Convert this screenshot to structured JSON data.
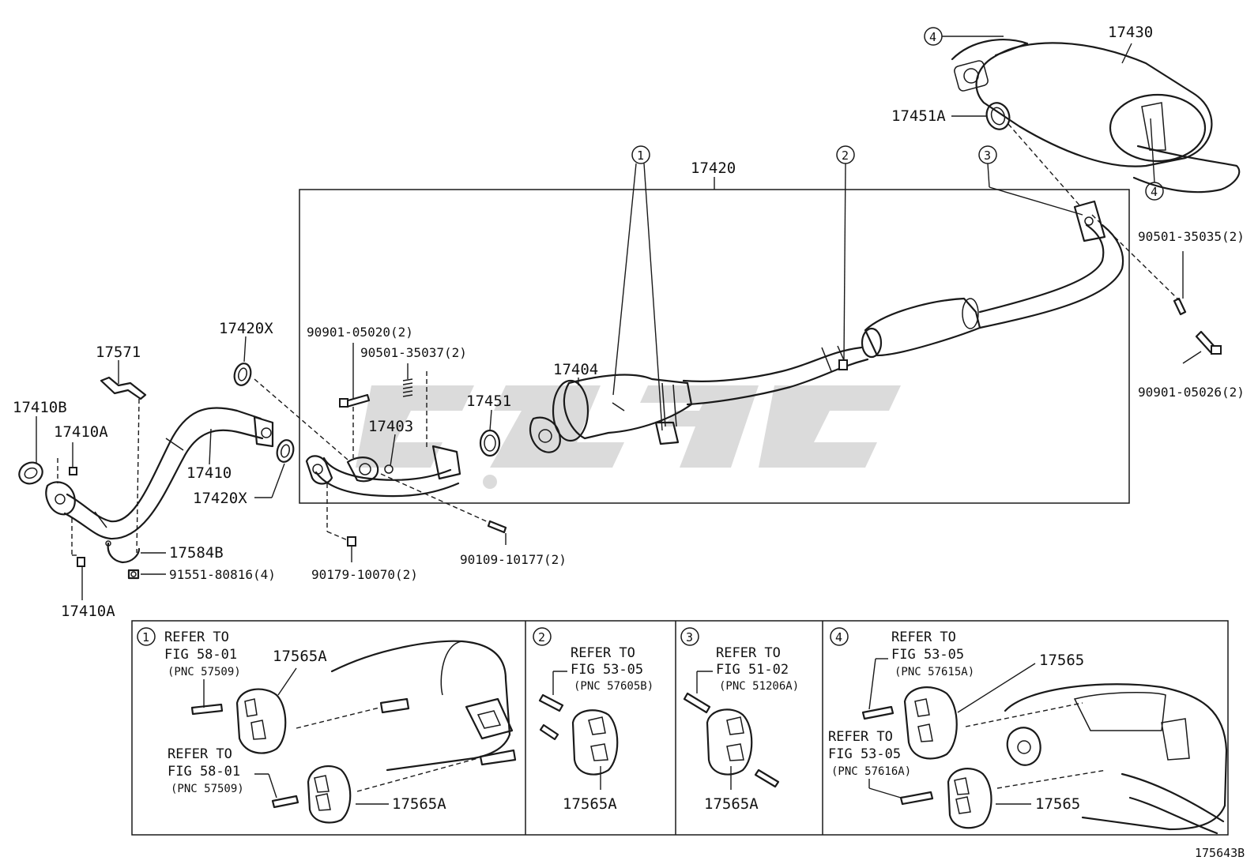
{
  "diagram_code": "175643B",
  "main_labels": {
    "p17430": "17430",
    "p17451A": "17451A",
    "p17420": "17420",
    "p17404": "17404",
    "p17451": "17451",
    "p17403": "17403",
    "p17420X_top": "17420X",
    "p17420X_bottom": "17420X",
    "p17571": "17571",
    "p17410B": "17410B",
    "p17410A_top": "17410A",
    "p17410": "17410",
    "p17410A_bottom": "17410A",
    "p17584B": "17584B",
    "p91551": "91551-80816(4)",
    "p90179": "90179-10070(2)",
    "p90109": "90109-10177(2)",
    "p90901_05020": "90901-05020(2)",
    "p90501_35037": "90501-35037(2)",
    "p90501_35035": "90501-35035(2)",
    "p90901_05026": "90901-05026(2)"
  },
  "callouts": {
    "c1": "1",
    "c2": "2",
    "c3": "3",
    "c4a": "4",
    "c4b": "4"
  },
  "panels": [
    {
      "number": "1",
      "refer_to_1": "REFER TO",
      "fig_1": "FIG 58-01",
      "pnc_1": "(PNC 57509)",
      "refer_to_2": "REFER TO",
      "fig_2": "FIG 58-01",
      "pnc_2": "(PNC 57509)",
      "part_a": "17565A",
      "part_b": "17565A"
    },
    {
      "number": "2",
      "refer_to": "REFER TO",
      "fig": "FIG 53-05",
      "pnc": "(PNC 57605B)",
      "part": "17565A"
    },
    {
      "number": "3",
      "refer_to": "REFER TO",
      "fig": "FIG 51-02",
      "pnc": "(PNC 51206A)",
      "part": "17565A"
    },
    {
      "number": "4",
      "refer_to_1": "REFER TO",
      "fig_1": "FIG 53-05",
      "pnc_1": "(PNC 57615A)",
      "refer_to_2": "REFER TO",
      "fig_2": "FIG 53-05",
      "pnc_2": "(PNC 57616A)",
      "part_a": "17565",
      "part_b": "17565"
    }
  ]
}
